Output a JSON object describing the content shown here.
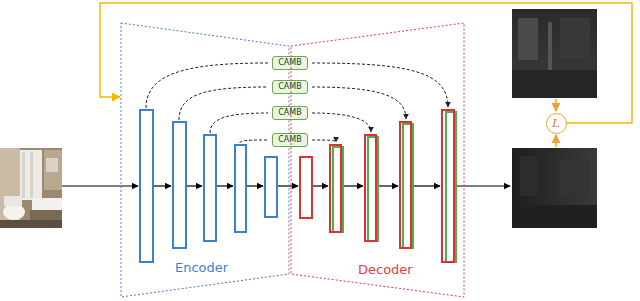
{
  "diagram": {
    "nodes": [
      {
        "text": [
          "Encoder"
        ]
      },
      {
        "text": [
          "CAMB"
        ]
      },
      {
        "text": [
          "CAMB"
        ]
      },
      {
        "text": [
          "CAMB"
        ]
      },
      {
        "text": [
          "CAMB"
        ]
      },
      {
        "text": [
          "Decoder"
        ]
      },
      {
        "text": [
          "L"
        ]
      }
    ],
    "edges": [
      {
        "from": 6,
        "to": 0,
        "arrow": "to"
      }
    ]
  }
}
